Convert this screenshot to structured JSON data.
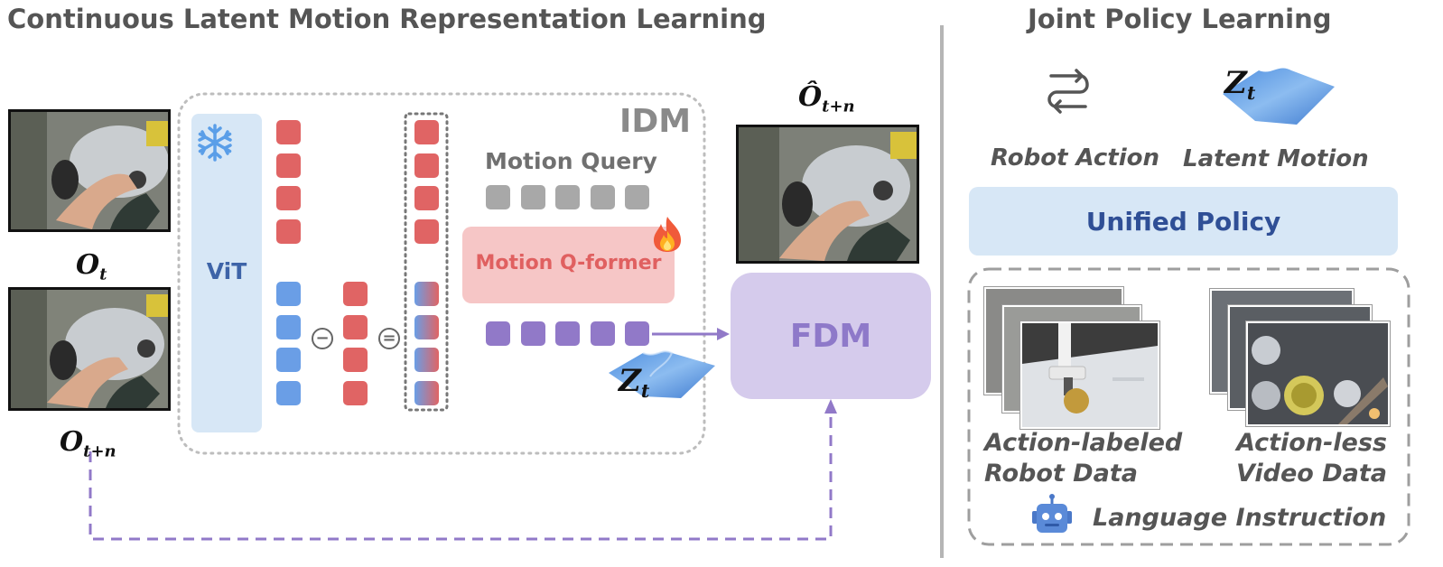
{
  "left_title": "Continuous Latent Motion Representation Learning",
  "right_title": "Joint Policy Learning",
  "obs_t": {
    "base": "O",
    "sub": "t"
  },
  "obs_tn": {
    "base": "O",
    "sub": "t+n"
  },
  "obs_pred": {
    "base": "Ô",
    "sub": "t+n"
  },
  "latent": {
    "base": "Z",
    "sub": "t"
  },
  "idm_label": "IDM",
  "vit_label": "ViT",
  "motion_query_label": "Motion Query",
  "qformer_label": "Motion Q-former",
  "fdm_label": "FDM",
  "ops": {
    "minus": "−",
    "equals": "="
  },
  "robot_action_label": "Robot Action",
  "latent_motion_label": "Latent Motion",
  "unified_policy_label": "Unified Policy",
  "action_labeled": {
    "line1": "Action-labeled",
    "line2": "Robot Data"
  },
  "action_less": {
    "line1": "Action-less",
    "line2": "Video Data"
  },
  "language_instruction_label": "Language Instruction",
  "icons": {
    "frozen": "snowflake-icon",
    "trainable": "fire-icon",
    "robot_action": "route-arrows-icon",
    "language": "robot-face-icon"
  },
  "colors": {
    "title_gray": "#555555",
    "vit_blue_bg": "#d7e7f6",
    "vit_text": "#3e64a8",
    "red_token": "#e06464",
    "blue_token": "#6a9ee6",
    "gray_token": "#a8a8a8",
    "purple_token": "#9179c8",
    "qformer_bg": "#f6c6c6",
    "qformer_text": "#e06060",
    "fdm_bg": "#d5cbec",
    "fdm_text": "#8e79c9",
    "policy_bg": "#d7e7f6",
    "policy_text": "#2f4f96",
    "dashed_purple": "#9179c8"
  }
}
